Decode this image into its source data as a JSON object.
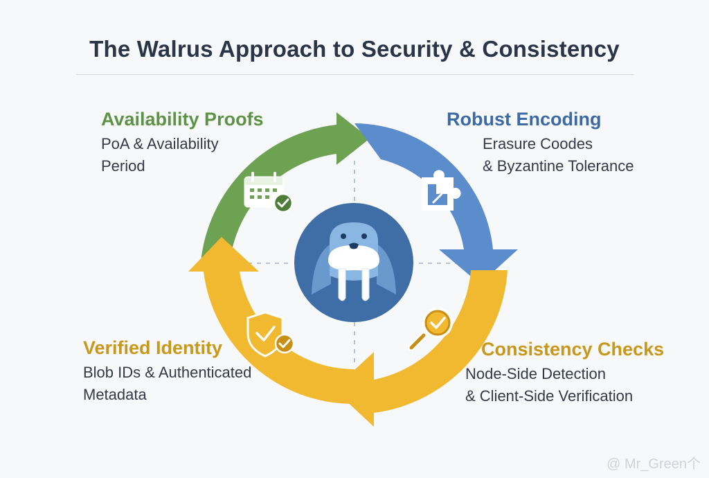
{
  "title": "The Walrus Approach to Security & Consistency",
  "segments": {
    "availability": {
      "heading": "Availability Proofs",
      "lines": [
        "PoA & Availability",
        "Period"
      ],
      "color": "#6da253",
      "icon": "calendar-check-icon"
    },
    "encoding": {
      "heading": "Robust Encoding",
      "lines": [
        "Erasure Coodes",
        "& Byzantine Tolerance"
      ],
      "color": "#5b8ccc",
      "icon": "puzzle-piece-icon"
    },
    "consistency": {
      "heading": "Consistency Checks",
      "lines": [
        "Node-Side Detection",
        "& Client-Side Verification"
      ],
      "color": "#f1b92f",
      "icon": "magnifier-check-icon"
    },
    "identity": {
      "heading": "Verified Identity",
      "lines": [
        "Blob IDs & Authenticated",
        "Metadata"
      ],
      "color": "#f1b92f",
      "icon": "shield-check-icon"
    }
  },
  "center": {
    "icon": "walrus-icon",
    "color": "#3f6ea7"
  },
  "watermark": "@ Mr_Green个"
}
